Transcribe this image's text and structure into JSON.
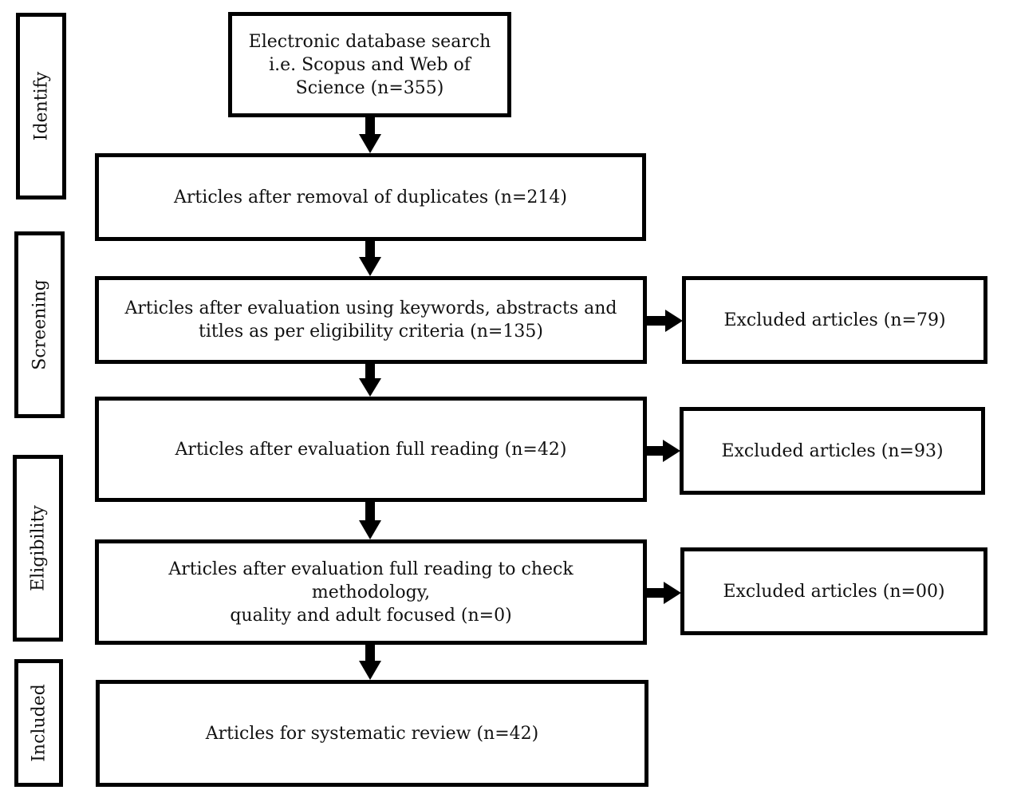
{
  "stages": [
    {
      "id": "identify",
      "label": "Identify"
    },
    {
      "id": "screening",
      "label": "Screening"
    },
    {
      "id": "eligibility",
      "label": "Eligibility"
    },
    {
      "id": "included",
      "label": "Included"
    }
  ],
  "boxes": {
    "database_search": {
      "lines": [
        "Electronic database search",
        "i.e. Scopus and Web of",
        "Science (n=355)"
      ]
    },
    "after_duplicates": {
      "lines": [
        "Articles after removal of duplicates (n=214)"
      ]
    },
    "after_keywords": {
      "lines": [
        "Articles after evaluation using keywords, abstracts and",
        "titles as per eligibility criteria (n=135)"
      ]
    },
    "after_full_reading": {
      "lines": [
        "Articles after evaluation full reading (n=42)"
      ]
    },
    "after_methodology": {
      "lines": [
        "Articles after evaluation full reading to check methodology,",
        "quality and adult focused (n=0)"
      ]
    },
    "systematic_review": {
      "lines": [
        "Articles for systematic review (n=42)"
      ]
    },
    "excluded_1": {
      "lines": [
        "Excluded articles (n=79)"
      ]
    },
    "excluded_2": {
      "lines": [
        "Excluded articles (n=93)"
      ]
    },
    "excluded_3": {
      "lines": [
        "Excluded articles (n=00)"
      ]
    }
  }
}
